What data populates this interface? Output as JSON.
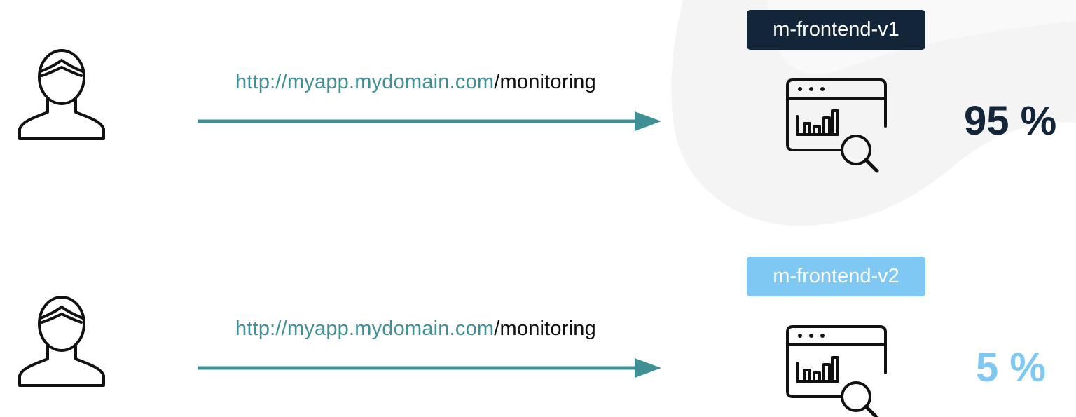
{
  "colors": {
    "accent_teal": "#3f9095",
    "dark_navy": "#132539",
    "light_blue": "#7ec8f3",
    "blob_gray": "#f4f4f5",
    "icon_stroke": "#111111"
  },
  "routes": [
    {
      "url_host": "http://myapp.mydomain.com",
      "url_path": "/monitoring",
      "service_label": "m-frontend-v1",
      "traffic_percent": "95 %",
      "user_icon": "user-icon",
      "service_icon": "monitoring-dashboard-icon"
    },
    {
      "url_host": "http://myapp.mydomain.com",
      "url_path": "/monitoring",
      "service_label": "m-frontend-v2",
      "traffic_percent": "5 %",
      "user_icon": "user-icon",
      "service_icon": "monitoring-dashboard-icon"
    }
  ]
}
